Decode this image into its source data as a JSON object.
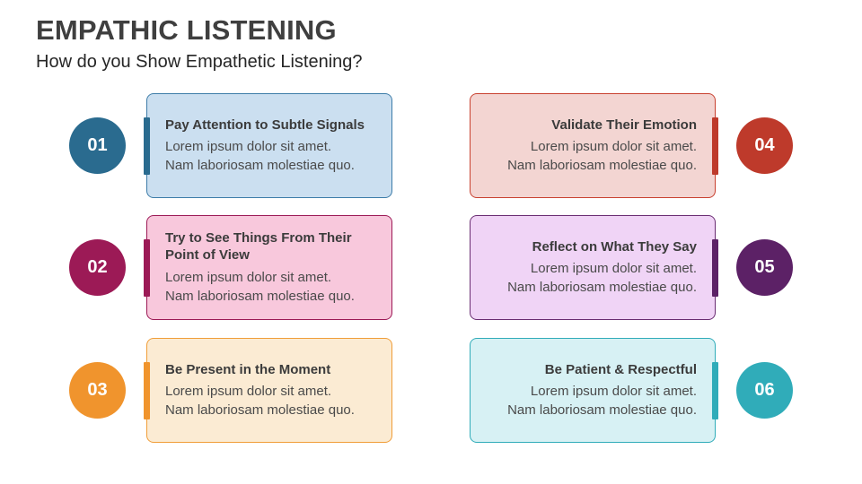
{
  "slide": {
    "title": "EMPATHIC LISTENING",
    "subtitle": "How do you Show Empathetic Listening?"
  },
  "cards": [
    {
      "number": "01",
      "title": "Pay Attention to Subtle Signals",
      "body": [
        "Lorem ipsum dolor sit amet.",
        "Nam laboriosam molestiae quo."
      ],
      "colors": {
        "circle": "#2a6b8f",
        "bar": "#2a6b8f",
        "border": "#3d7ca8",
        "fill": "#cbdff0"
      }
    },
    {
      "number": "02",
      "title": "Try to See Things From Their Point of View",
      "body": [
        "Lorem ipsum dolor sit amet.",
        "Nam laboriosam molestiae quo."
      ],
      "colors": {
        "circle": "#9c1a56",
        "bar": "#9c1a56",
        "border": "#9c1a56",
        "fill": "#f8c8dc"
      }
    },
    {
      "number": "03",
      "title": "Be Present in the Moment",
      "body": [
        "Lorem ipsum dolor sit amet.",
        "Nam laboriosam molestiae quo."
      ],
      "colors": {
        "circle": "#f0942d",
        "bar": "#f0942d",
        "border": "#f09d38",
        "fill": "#fbebd3"
      }
    },
    {
      "number": "04",
      "title": "Validate Their Emotion",
      "body": [
        "Lorem ipsum dolor sit amet.",
        "Nam laboriosam molestiae quo."
      ],
      "colors": {
        "circle": "#be3a2b",
        "bar": "#be3a2b",
        "border": "#c8402f",
        "fill": "#f3d5d2"
      }
    },
    {
      "number": "05",
      "title": "Reflect on What They Say",
      "body": [
        "Lorem ipsum dolor sit amet.",
        "Nam laboriosam molestiae quo."
      ],
      "colors": {
        "circle": "#5c2166",
        "bar": "#5c2166",
        "border": "#6a2d72",
        "fill": "#f0d4f6"
      }
    },
    {
      "number": "06",
      "title": "Be Patient & Respectful",
      "body": [
        "Lorem ipsum dolor sit amet.",
        "Nam laboriosam molestiae quo."
      ],
      "colors": {
        "circle": "#30acb9",
        "bar": "#30acb9",
        "border": "#30acb9",
        "fill": "#d7f1f4"
      }
    }
  ]
}
